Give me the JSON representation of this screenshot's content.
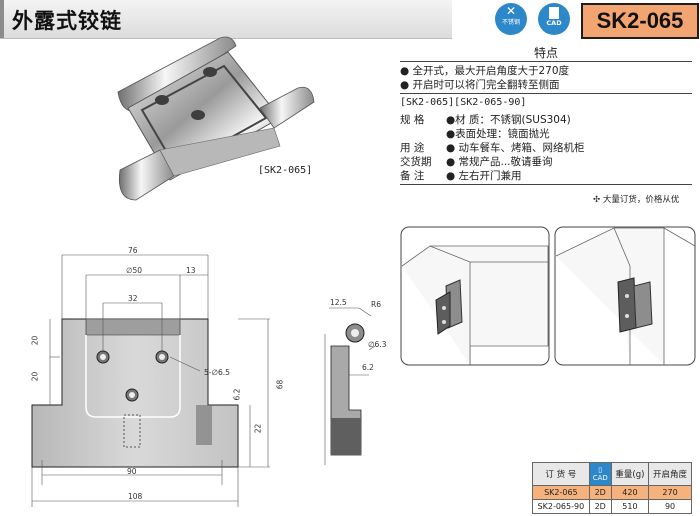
{
  "header": {
    "title": "外露式铰链",
    "badge_stainless": "不锈钢",
    "badge_cad": "CAD",
    "model": "SK2-065"
  },
  "features": {
    "title": "特点",
    "bullets": [
      "全开式，最大开启角度大于270度",
      "开启时可以将门完全翻转至侧面"
    ]
  },
  "specs": {
    "models_line": "[SK2-065][SK2-065-90]",
    "rows": [
      {
        "label": "规  格",
        "value": "●材     质：不锈钢(SUS304)"
      },
      {
        "label": "",
        "value": "●表面处理：镜面抛光"
      },
      {
        "label": "用  途",
        "value": "● 动车餐车、烤箱、网络机柜"
      },
      {
        "label": "交货期",
        "value": "● 常规产品...敬请垂询"
      },
      {
        "label": "备  注",
        "value": "● 左右开门兼用"
      }
    ]
  },
  "photo_caption": "[SK2-065]",
  "bulk_note": "大量订货，价格从优",
  "drawing": {
    "dims": {
      "w76": "76",
      "d50": "∅50",
      "w13": "13",
      "w32": "32",
      "h20a": "20",
      "h20b": "20",
      "hole": "5-∅6.5",
      "h68": "68",
      "h6_2": "6.2",
      "h22": "22",
      "w90": "90",
      "w108": "108",
      "s12_5": "12.5",
      "r6": "R6",
      "d6_3": "∅6.3",
      "s6_2": "6.2"
    }
  },
  "order_table": {
    "headers": [
      "订 货 号",
      "CAD",
      "重量(g)",
      "开启角度"
    ],
    "rows": [
      [
        "SK2-065",
        "2D",
        "420",
        "270"
      ],
      [
        "SK2-065-90",
        "2D",
        "510",
        "90"
      ]
    ]
  }
}
